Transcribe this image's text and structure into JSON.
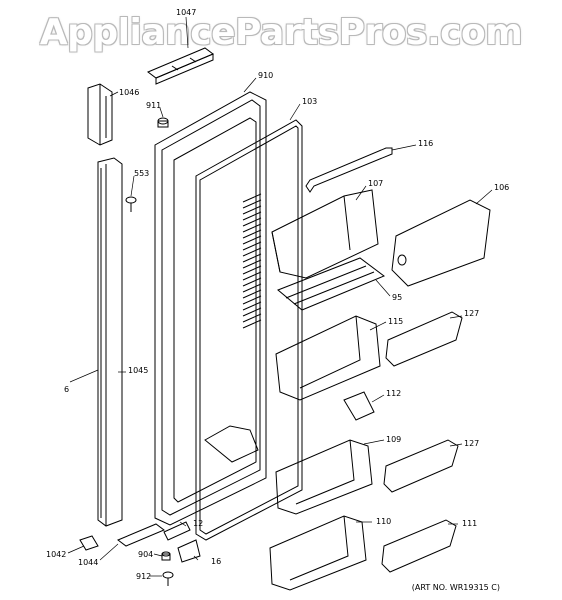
{
  "watermark": "AppliancePartsPros.com",
  "art_number": "(ART NO. WR19315 C)",
  "labels": {
    "1047": "1047",
    "910": "910",
    "1046": "1046",
    "911": "911",
    "103": "103",
    "553": "553",
    "116": "116",
    "107": "107",
    "106": "106",
    "95": "95",
    "6": "6",
    "1045": "1045",
    "115": "115",
    "127a": "127",
    "112": "112",
    "109": "109",
    "127b": "127",
    "12": "12",
    "904": "904",
    "16": "16",
    "1042": "1042",
    "1044": "1044",
    "912": "912",
    "110": "110",
    "111": "111"
  }
}
